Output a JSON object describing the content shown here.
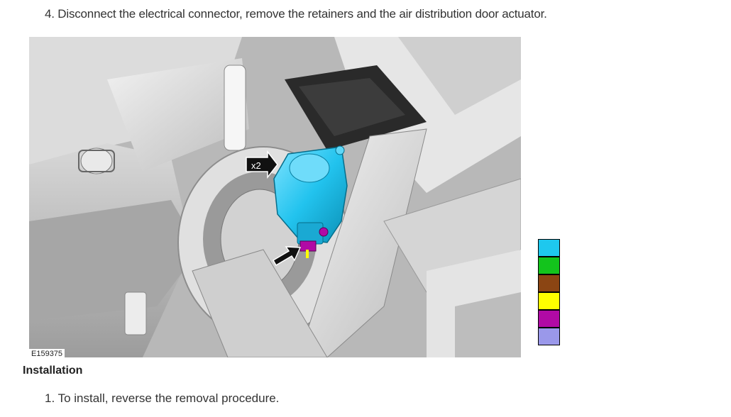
{
  "step": {
    "text": "4. Disconnect the electrical connector, remove the retainers and the air distribution door actuator."
  },
  "figure": {
    "id_label": "E159375",
    "callout": "x2"
  },
  "legend": {
    "swatches": [
      "#1ec8ee",
      "#13c41c",
      "#8b4513",
      "#ffff00",
      "#b10aa5",
      "#9a98ea"
    ]
  },
  "installation": {
    "heading": "Installation",
    "step": "1. To install, reverse the removal procedure."
  }
}
